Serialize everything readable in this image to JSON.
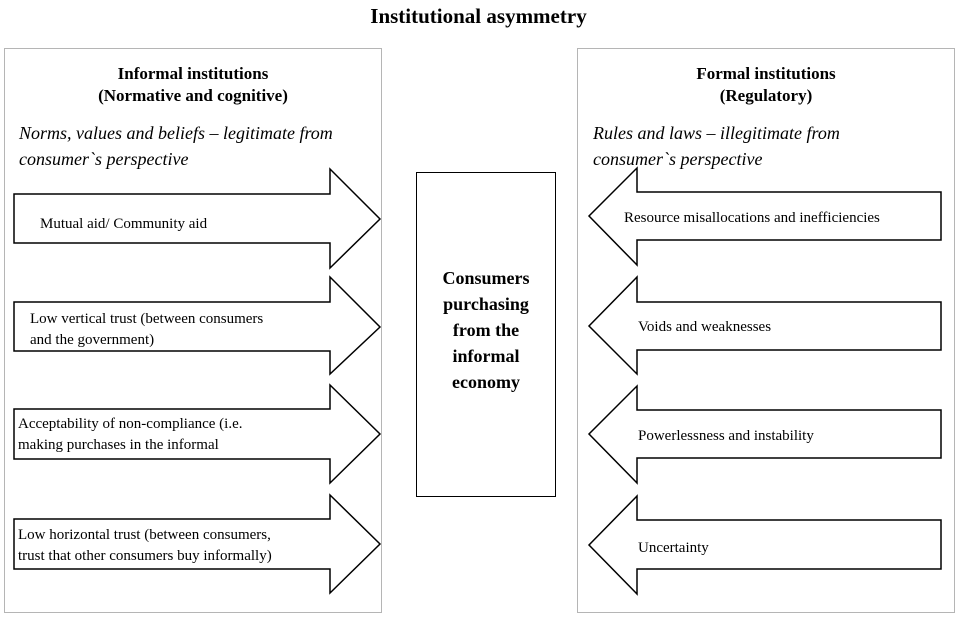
{
  "title": "Institutional asymmetry",
  "left_panel": {
    "title_line1": "Informal institutions",
    "title_line2": "(Normative and cognitive)",
    "subtitle_line1": "Norms, values and beliefs – legitimate from",
    "subtitle_line2": "consumer`s perspective",
    "arrows": [
      {
        "line1": "Mutual aid/ Community aid",
        "line2": ""
      },
      {
        "line1": "Low vertical trust (between consumers",
        "line2": "and the government)"
      },
      {
        "line1": "Acceptability of non-compliance (i.e.",
        "line2": "making purchases in the informal"
      },
      {
        "line1": "Low horizontal trust (between consumers,",
        "line2": "trust that other consumers buy informally)"
      }
    ]
  },
  "center": {
    "line1": "Consumers",
    "line2": "purchasing",
    "line3": "from the",
    "line4": "informal",
    "line5": "economy"
  },
  "right_panel": {
    "title_line1": "Formal institutions",
    "title_line2": "(Regulatory)",
    "subtitle_line1": "Rules and laws – illegitimate from",
    "subtitle_line2": "consumer`s perspective",
    "arrows": [
      {
        "label": "Resource misallocations and inefficiencies"
      },
      {
        "label": "Voids and weaknesses"
      },
      {
        "label": "Powerlessness and instability"
      },
      {
        "label": "Uncertainty"
      }
    ]
  }
}
